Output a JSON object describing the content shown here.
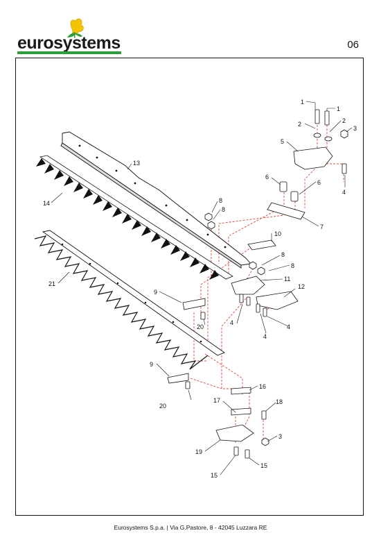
{
  "brand": {
    "name": "eurosystems",
    "accent": "#2e9e3a",
    "flower_color": "#f2c400"
  },
  "page_number": "06",
  "footer": {
    "company": "Eurosystems S.p.a.",
    "separator": "|",
    "address": "Via G.Pastore, 8 - 42045 Luzzara RE"
  },
  "diagram": {
    "leader_color": "#d9473d",
    "labels": [
      {
        "id": "l1a",
        "text": "1"
      },
      {
        "id": "l1b",
        "text": "1"
      },
      {
        "id": "l2a",
        "text": "2"
      },
      {
        "id": "l2b",
        "text": "2"
      },
      {
        "id": "l3a",
        "text": "3"
      },
      {
        "id": "l5",
        "text": "5"
      },
      {
        "id": "l4a",
        "text": "4"
      },
      {
        "id": "l6a",
        "text": "6"
      },
      {
        "id": "l6b",
        "text": "6"
      },
      {
        "id": "l13",
        "text": "13"
      },
      {
        "id": "l14",
        "text": "14"
      },
      {
        "id": "l8a",
        "text": "8"
      },
      {
        "id": "l8b",
        "text": "8"
      },
      {
        "id": "l7",
        "text": "7"
      },
      {
        "id": "l10",
        "text": "10"
      },
      {
        "id": "l8c",
        "text": "8"
      },
      {
        "id": "l8d",
        "text": "8"
      },
      {
        "id": "l11",
        "text": "11"
      },
      {
        "id": "l12",
        "text": "12"
      },
      {
        "id": "l21",
        "text": "21"
      },
      {
        "id": "l9a",
        "text": "9"
      },
      {
        "id": "l20a",
        "text": "20"
      },
      {
        "id": "l4b",
        "text": "4"
      },
      {
        "id": "l4c",
        "text": "4"
      },
      {
        "id": "l4d",
        "text": "4"
      },
      {
        "id": "l9b",
        "text": "9"
      },
      {
        "id": "l20b",
        "text": "20"
      },
      {
        "id": "l16",
        "text": "16"
      },
      {
        "id": "l17",
        "text": "17"
      },
      {
        "id": "l18",
        "text": "18"
      },
      {
        "id": "l3b",
        "text": "3"
      },
      {
        "id": "l19",
        "text": "19"
      },
      {
        "id": "l15a",
        "text": "15"
      },
      {
        "id": "l15b",
        "text": "15"
      }
    ]
  }
}
